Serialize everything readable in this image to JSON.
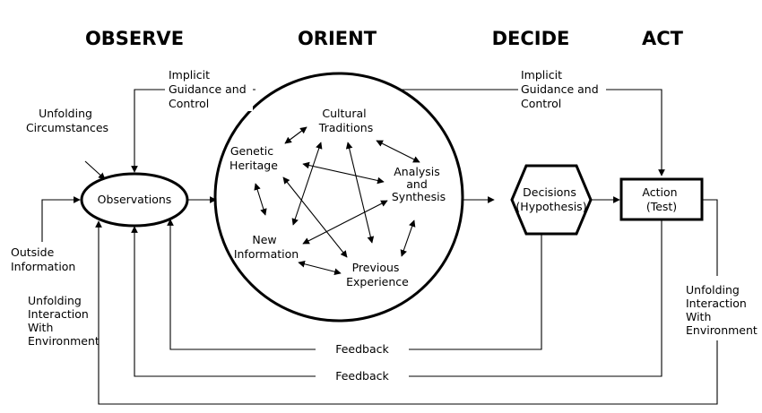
{
  "phases": {
    "observe": "OBSERVE",
    "orient": "ORIENT",
    "decide": "DECIDE",
    "act": "ACT"
  },
  "labels": {
    "implicit_left": [
      "Implicit",
      "Guidance and",
      "Control"
    ],
    "implicit_right": [
      "Implicit",
      "Guidance and",
      "Control"
    ],
    "unfolding_circumstances": [
      "Unfolding",
      "Circumstances"
    ],
    "outside_information": [
      "Outside",
      "Information"
    ],
    "unfolding_interaction_left": [
      "Unfolding",
      "Interaction",
      "With",
      "Environment"
    ],
    "unfolding_interaction_right": [
      "Unfolding",
      "Interaction",
      "With",
      "Environment"
    ],
    "feedback_inner": "Feedback",
    "feedback_outer": "Feedback"
  },
  "nodes": {
    "observations": "Observations",
    "decisions": [
      "Decisions",
      "(Hypothesis)"
    ],
    "action": [
      "Action",
      "(Test)"
    ]
  },
  "orient_items": {
    "cultural_traditions": [
      "Cultural",
      "Traditions"
    ],
    "genetic_heritage": [
      "Genetic",
      "Heritage"
    ],
    "analysis_synthesis": [
      "Analysis",
      "and",
      "Synthesis"
    ],
    "new_information": [
      "New",
      "Information"
    ],
    "previous_experience": [
      "Previous",
      "Experience"
    ]
  }
}
